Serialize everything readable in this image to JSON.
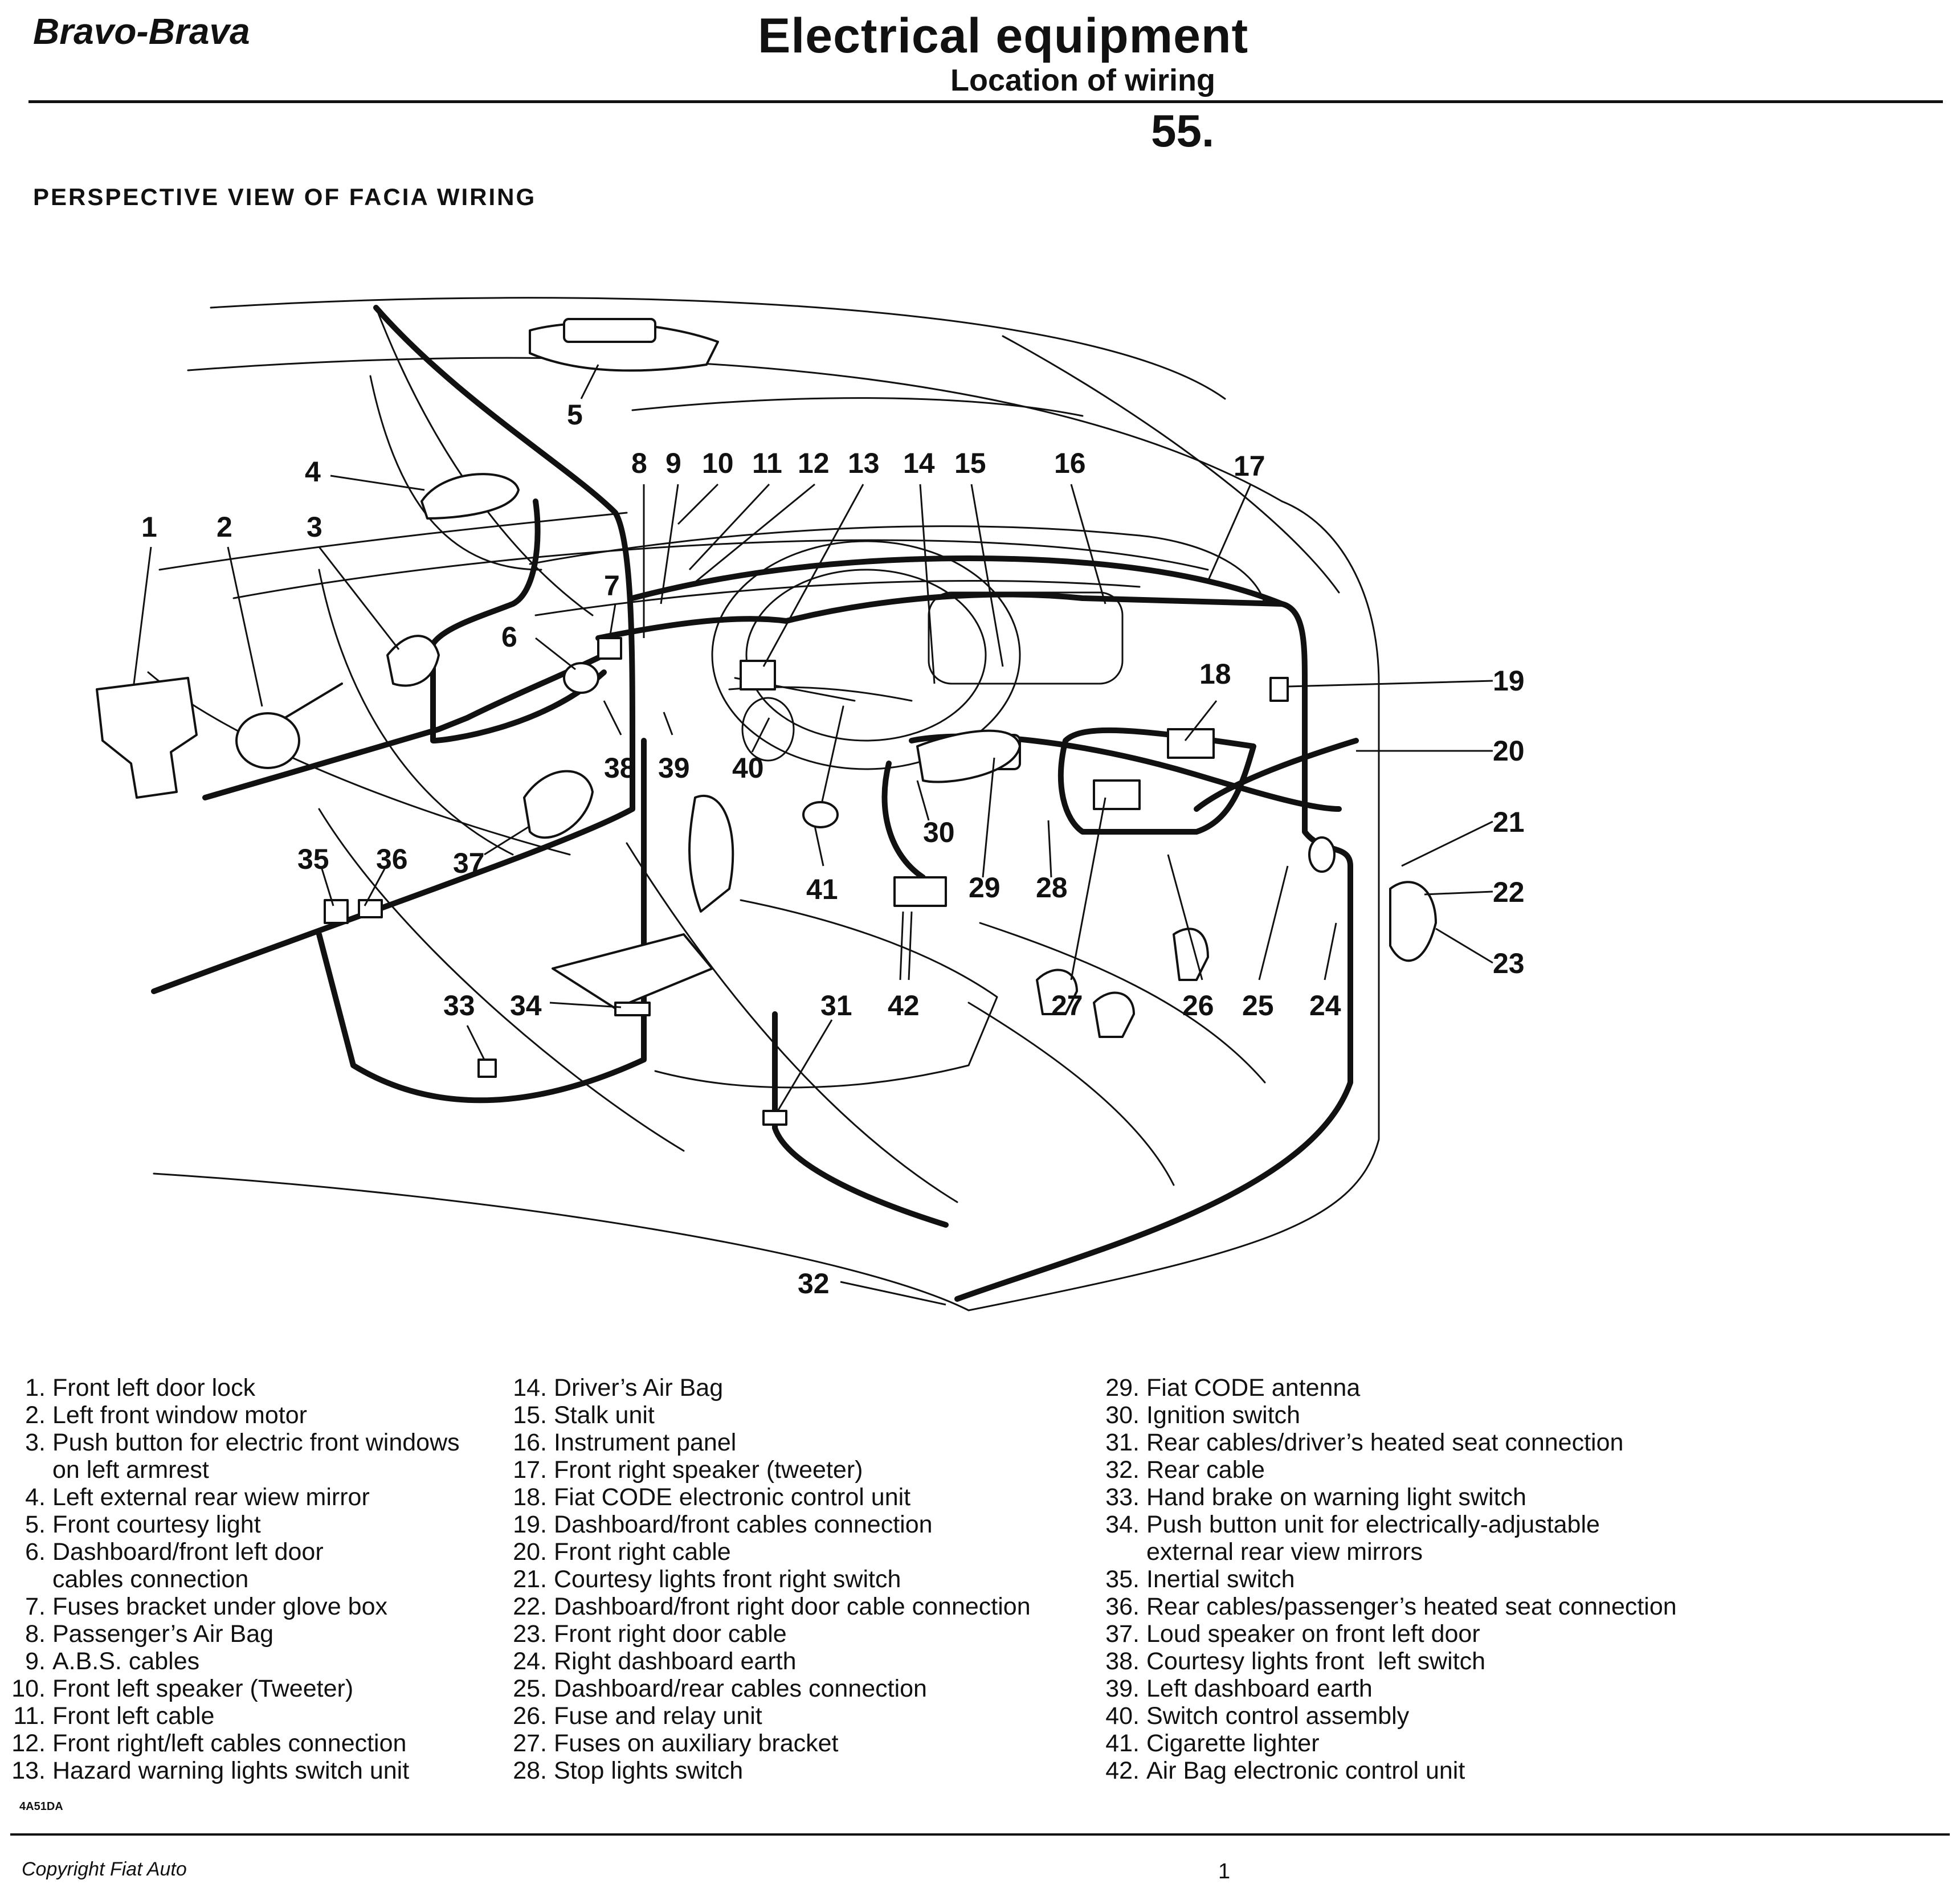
{
  "header": {
    "model": "Bravo-Brava",
    "title": "Electrical equipment",
    "subtitle": "Location of wiring",
    "section_number": "55."
  },
  "section_title": "PERSPECTIVE VIEW OF FACIA WIRING",
  "callouts": [
    "1",
    "2",
    "3",
    "4",
    "5",
    "6",
    "7",
    "8",
    "9",
    "10",
    "11",
    "12",
    "13",
    "14",
    "15",
    "16",
    "17",
    "18",
    "19",
    "20",
    "21",
    "22",
    "23",
    "24",
    "25",
    "26",
    "27",
    "28",
    "29",
    "30",
    "31",
    "32",
    "33",
    "34",
    "35",
    "36",
    "37",
    "38",
    "39",
    "40",
    "41",
    "42"
  ],
  "legend": {
    "col1": [
      {
        "num": "1.",
        "text": "Front left door lock"
      },
      {
        "num": "2.",
        "text": "Left front window motor"
      },
      {
        "num": "3.",
        "text": "Push button for electric front windows",
        "cont": "on left armrest"
      },
      {
        "num": "4.",
        "text": "Left external rear wiew mirror"
      },
      {
        "num": "5.",
        "text": "Front courtesy light"
      },
      {
        "num": "6.",
        "text": "Dashboard/front left door",
        "cont": "cables connection"
      },
      {
        "num": "7.",
        "text": "Fuses bracket under glove box"
      },
      {
        "num": "8.",
        "text": "Passenger’s Air Bag"
      },
      {
        "num": "9.",
        "text": "A.B.S. cables"
      },
      {
        "num": "10.",
        "text": "Front left speaker (Tweeter)"
      },
      {
        "num": "11.",
        "text": "Front left cable"
      },
      {
        "num": "12.",
        "text": "Front right/left cables connection"
      },
      {
        "num": "13.",
        "text": "Hazard warning lights switch unit"
      }
    ],
    "col2": [
      {
        "num": "14.",
        "text": "Driver’s Air Bag"
      },
      {
        "num": "15.",
        "text": "Stalk unit"
      },
      {
        "num": "16.",
        "text": "Instrument panel"
      },
      {
        "num": "17.",
        "text": "Front right speaker (tweeter)"
      },
      {
        "num": "18.",
        "text": "Fiat CODE electronic control unit"
      },
      {
        "num": "19.",
        "text": "Dashboard/front cables connection"
      },
      {
        "num": "20.",
        "text": "Front right cable"
      },
      {
        "num": "21.",
        "text": "Courtesy lights front right switch"
      },
      {
        "num": "22.",
        "text": "Dashboard/front right door cable connection"
      },
      {
        "num": "23.",
        "text": "Front right door cable"
      },
      {
        "num": "24.",
        "text": "Right dashboard earth"
      },
      {
        "num": "25.",
        "text": "Dashboard/rear cables connection"
      },
      {
        "num": "26.",
        "text": "Fuse and relay unit"
      },
      {
        "num": "27.",
        "text": "Fuses on auxiliary bracket"
      },
      {
        "num": "28.",
        "text": "Stop lights switch"
      }
    ],
    "col3": [
      {
        "num": "29.",
        "text": "Fiat CODE antenna"
      },
      {
        "num": "30.",
        "text": "Ignition switch"
      },
      {
        "num": "31.",
        "text": "Rear cables/driver’s heated seat connection"
      },
      {
        "num": "32.",
        "text": "Rear cable"
      },
      {
        "num": "33.",
        "text": "Hand brake on warning light switch"
      },
      {
        "num": "34.",
        "text": "Push button unit for electrically-adjustable",
        "cont": "external rear view mirrors"
      },
      {
        "num": "35.",
        "text": "Inertial switch"
      },
      {
        "num": "36.",
        "text": "Rear cables/passenger’s heated seat connection"
      },
      {
        "num": "37.",
        "text": "Loud speaker on front left door"
      },
      {
        "num": "38.",
        "text": "Courtesy lights front  left switch"
      },
      {
        "num": "39.",
        "text": "Left dashboard earth"
      },
      {
        "num": "40.",
        "text": "Switch control assembly"
      },
      {
        "num": "41.",
        "text": "Cigarette lighter"
      },
      {
        "num": "42.",
        "text": "Air Bag electronic control unit"
      }
    ]
  },
  "figure_code": "4A51DA",
  "footer": {
    "copyright": "Copyright Fiat Auto",
    "page_number": "1"
  }
}
